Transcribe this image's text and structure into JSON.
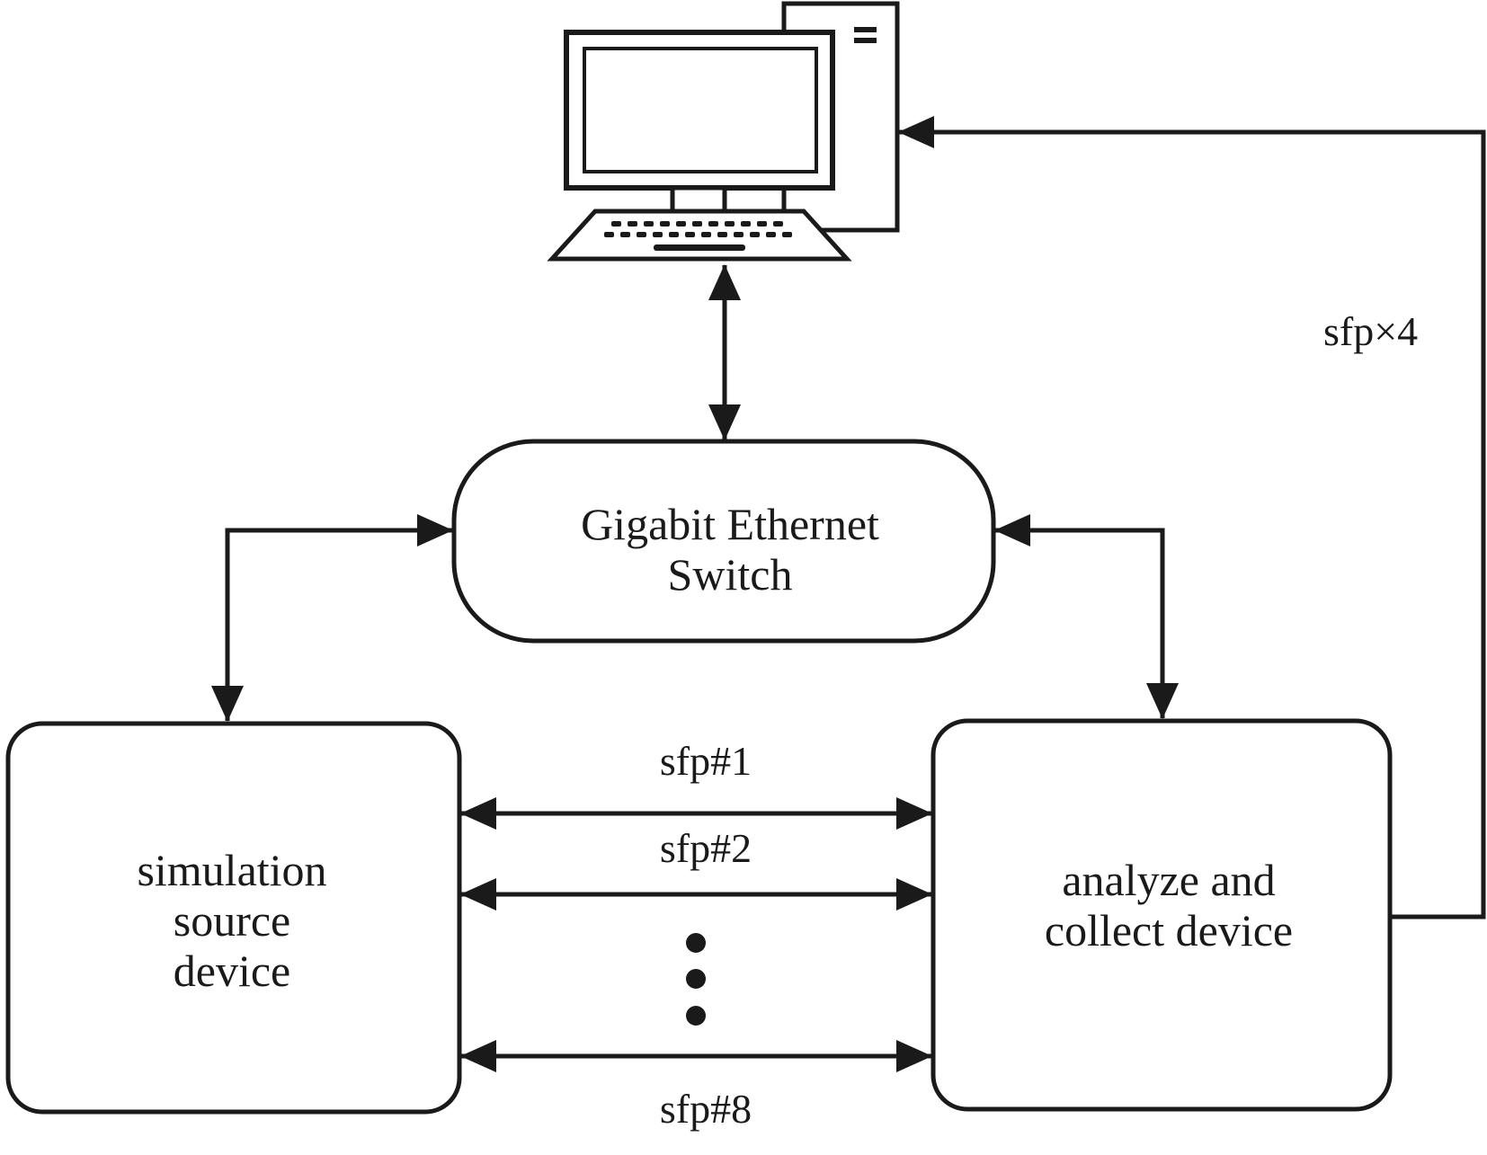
{
  "nodes": {
    "switch": {
      "line1": "Gigabit Ethernet",
      "line2": "Switch"
    },
    "source": {
      "line1": "simulation",
      "line2": "source",
      "line3": "device"
    },
    "analyzer": {
      "line1": "analyze and",
      "line2": "collect device"
    }
  },
  "links": {
    "sfp1": "sfp#1",
    "sfp2": "sfp#2",
    "sfp8": "sfp#8",
    "sfp_x4": "sfp×4"
  },
  "icons": {
    "computer": "desktop-computer-icon",
    "ellipsis": "vertical-ellipsis"
  }
}
